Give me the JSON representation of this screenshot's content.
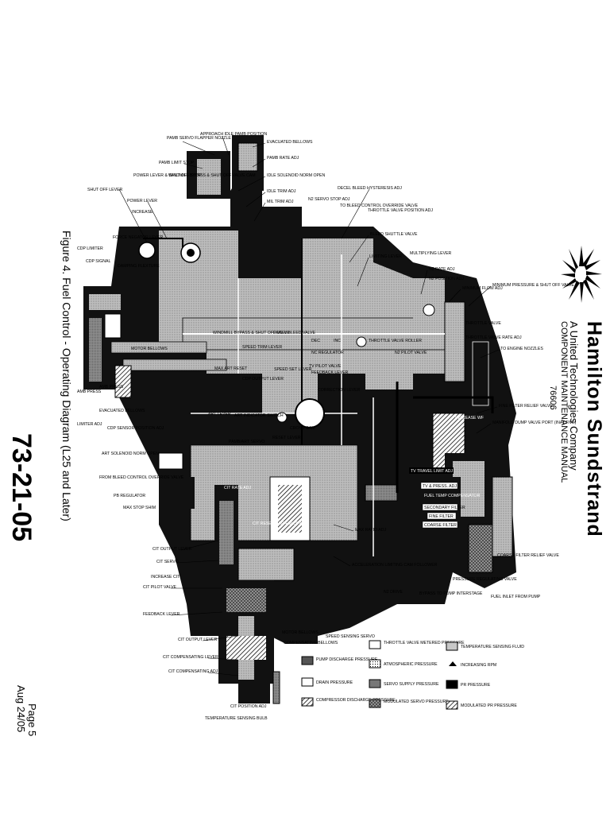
{
  "header": {
    "company": "Hamilton Sundstrand",
    "subtitle": "A United Technologies Company",
    "manual": "COMPONENT MAINTENANCE MANUAL",
    "manual_number": "76606"
  },
  "figure_caption": "Figure 4.  Fuel Control - Operating Diagram (L25 and Later)",
  "chapter": "73-21-05",
  "page": "Page 5",
  "date": "Aug 24/05",
  "labels": {
    "top": [
      "PAMB SERVO FLAPPER NOZZLE",
      "APPROACH IDLE PAMB POSITION",
      "EVACUATED BELLOWS",
      "PAMB RATE ADJ",
      "PAMB LIMIT STOP",
      "POWER LEVER & SHUT OFF STOP",
      "WINDMILL BYPASS & SHUT OFF VALVE CAM",
      "IDLE SOLENOID NORM OPEN",
      "IDLE TRIM ADJ",
      "MIL TRIM ADJ",
      "SHUT OFF LEVER",
      "POWER LEVER",
      "INCREASE",
      "DECEL BLEED HYSTERESIS ADJ",
      "N2 SERVO STOP ADJ",
      "TO BLEED CONTROL OVERRIDE VALVE",
      "THROTTLE VALVE POSITION ADJ",
      "BLEED SHUTTLE VALVE",
      "LIMITING LEVER",
      "MULTIPLYING LEVER",
      "N2 RATE ADJ",
      "N2 POSITION ADJ",
      "MINIMUM FLOW ADJ",
      "MINIMUM PRESSURE & SHUT OFF VALVE"
    ],
    "left": [
      "CDP LIMITER",
      "CDP SIGNAL",
      "FORCE NEGATOR LEVER",
      "DAMPING FLEXTURE",
      "MOTOR BELLOWS",
      "AMB PRESS",
      "AMB PRESS",
      "EVACUATED BELLOWS",
      "LIMITER ADJ",
      "CDP SENSOR POSITION ADJ",
      "ART SOLENOID NORM OPEN",
      "FROM BLEED CONTROL OVERRIDE VALVE",
      "PB REGULATOR",
      "MAX STOP SHIM",
      "CIT OUTPUT LEVER",
      "CIT SERVO",
      "INCREASE CIT",
      "CIT PILOT VALVE",
      "FEEDBACK LEVER",
      "CIT OUTPUT LEVER",
      "CIT COMPENSATING LEVER",
      "CIT COMPENSATING ADJ",
      "CIT POSITION ADJ",
      "TEMPERATURE SENSING BULB"
    ],
    "center": [
      "TV DOWNSTREAM PRES. DAMPER",
      "SPEED TRIM LEVER",
      "WINDMILL BYPASS & SHUT OFF VALVE",
      "DECEL BLEED VALVE",
      "DEC",
      "INC",
      "THROTTLE VALVE ROLLER",
      "NC REGULATOR",
      "N2 PILOT VALVE",
      "TV PILOT VALVE",
      "FEEDBACK LEVER",
      "CORRECTION LEVER",
      "CDP OUTPUT LEVER",
      "SPEED SET LEVER",
      "MAX ART RESET",
      "ART LEVER",
      "ART INDICATOR SWITCH",
      "PAMB/ART SERVO",
      "RESET LEVER",
      "CROSS CAM",
      "MAX RATIO ADJ",
      "CIT RATE ADJ",
      "CIT RESET CAM FOLLOWER",
      "ACCELERATION LIMITING CAM FOLLOWER",
      "N2 DRIVE",
      "BYPASS TO PUMP INTERSTAGE",
      "MOTOR BELLOWS",
      "SPEED SENSING SERVO",
      "COMPENSATING BELLOWS"
    ],
    "right": [
      "THROTTLE VALVE",
      "THROTTLE VALVE RATE ADJ",
      "TO ENGINE NOZZLES",
      "INCREASE WF",
      "FINE FILTER RELIEF VALVE",
      "MANIFOLD DUMP VALVE PORT (INACTIVE)",
      "TV TRAVEL LIMIT ADJ",
      "TV & PRESS. ADJ",
      "FUEL TEMP COMPENSATOR",
      "SECONDARY FILTER",
      "FINE FILTER",
      "COARSE FILTER",
      "COARSE FILTER RELIEF VALVE",
      "PRESSURE REGULATING VALVE",
      "FUEL INLET FROM PUMP"
    ]
  },
  "legend": [
    {
      "label": "THROTTLE VALVE METERED PRESSURE",
      "pattern": "light"
    },
    {
      "label": "TEMPERATURE SENSING FLUID",
      "pattern": "lightgray"
    },
    {
      "label": "PUMP DISCHARGE PRESSURE",
      "pattern": "darkgray"
    },
    {
      "label": "ATMOSPHERIC PRESSURE",
      "pattern": "dots"
    },
    {
      "label": "INCREASING RPM",
      "pattern": "arrow"
    },
    {
      "label": "DRAIN PRESSURE",
      "pattern": "white"
    },
    {
      "label": "SERVO SUPPLY PRESSURE",
      "pattern": "gray"
    },
    {
      "label": "PR PRESSURE",
      "pattern": "black"
    },
    {
      "label": "COMPRESSOR DISCHARGE PRESSURE",
      "pattern": "hatch"
    },
    {
      "label": "MODULATED SERVO PRESSURE",
      "pattern": "crosshatch"
    },
    {
      "label": "MODULATED PR PRESSURE",
      "pattern": "hatch2"
    }
  ]
}
